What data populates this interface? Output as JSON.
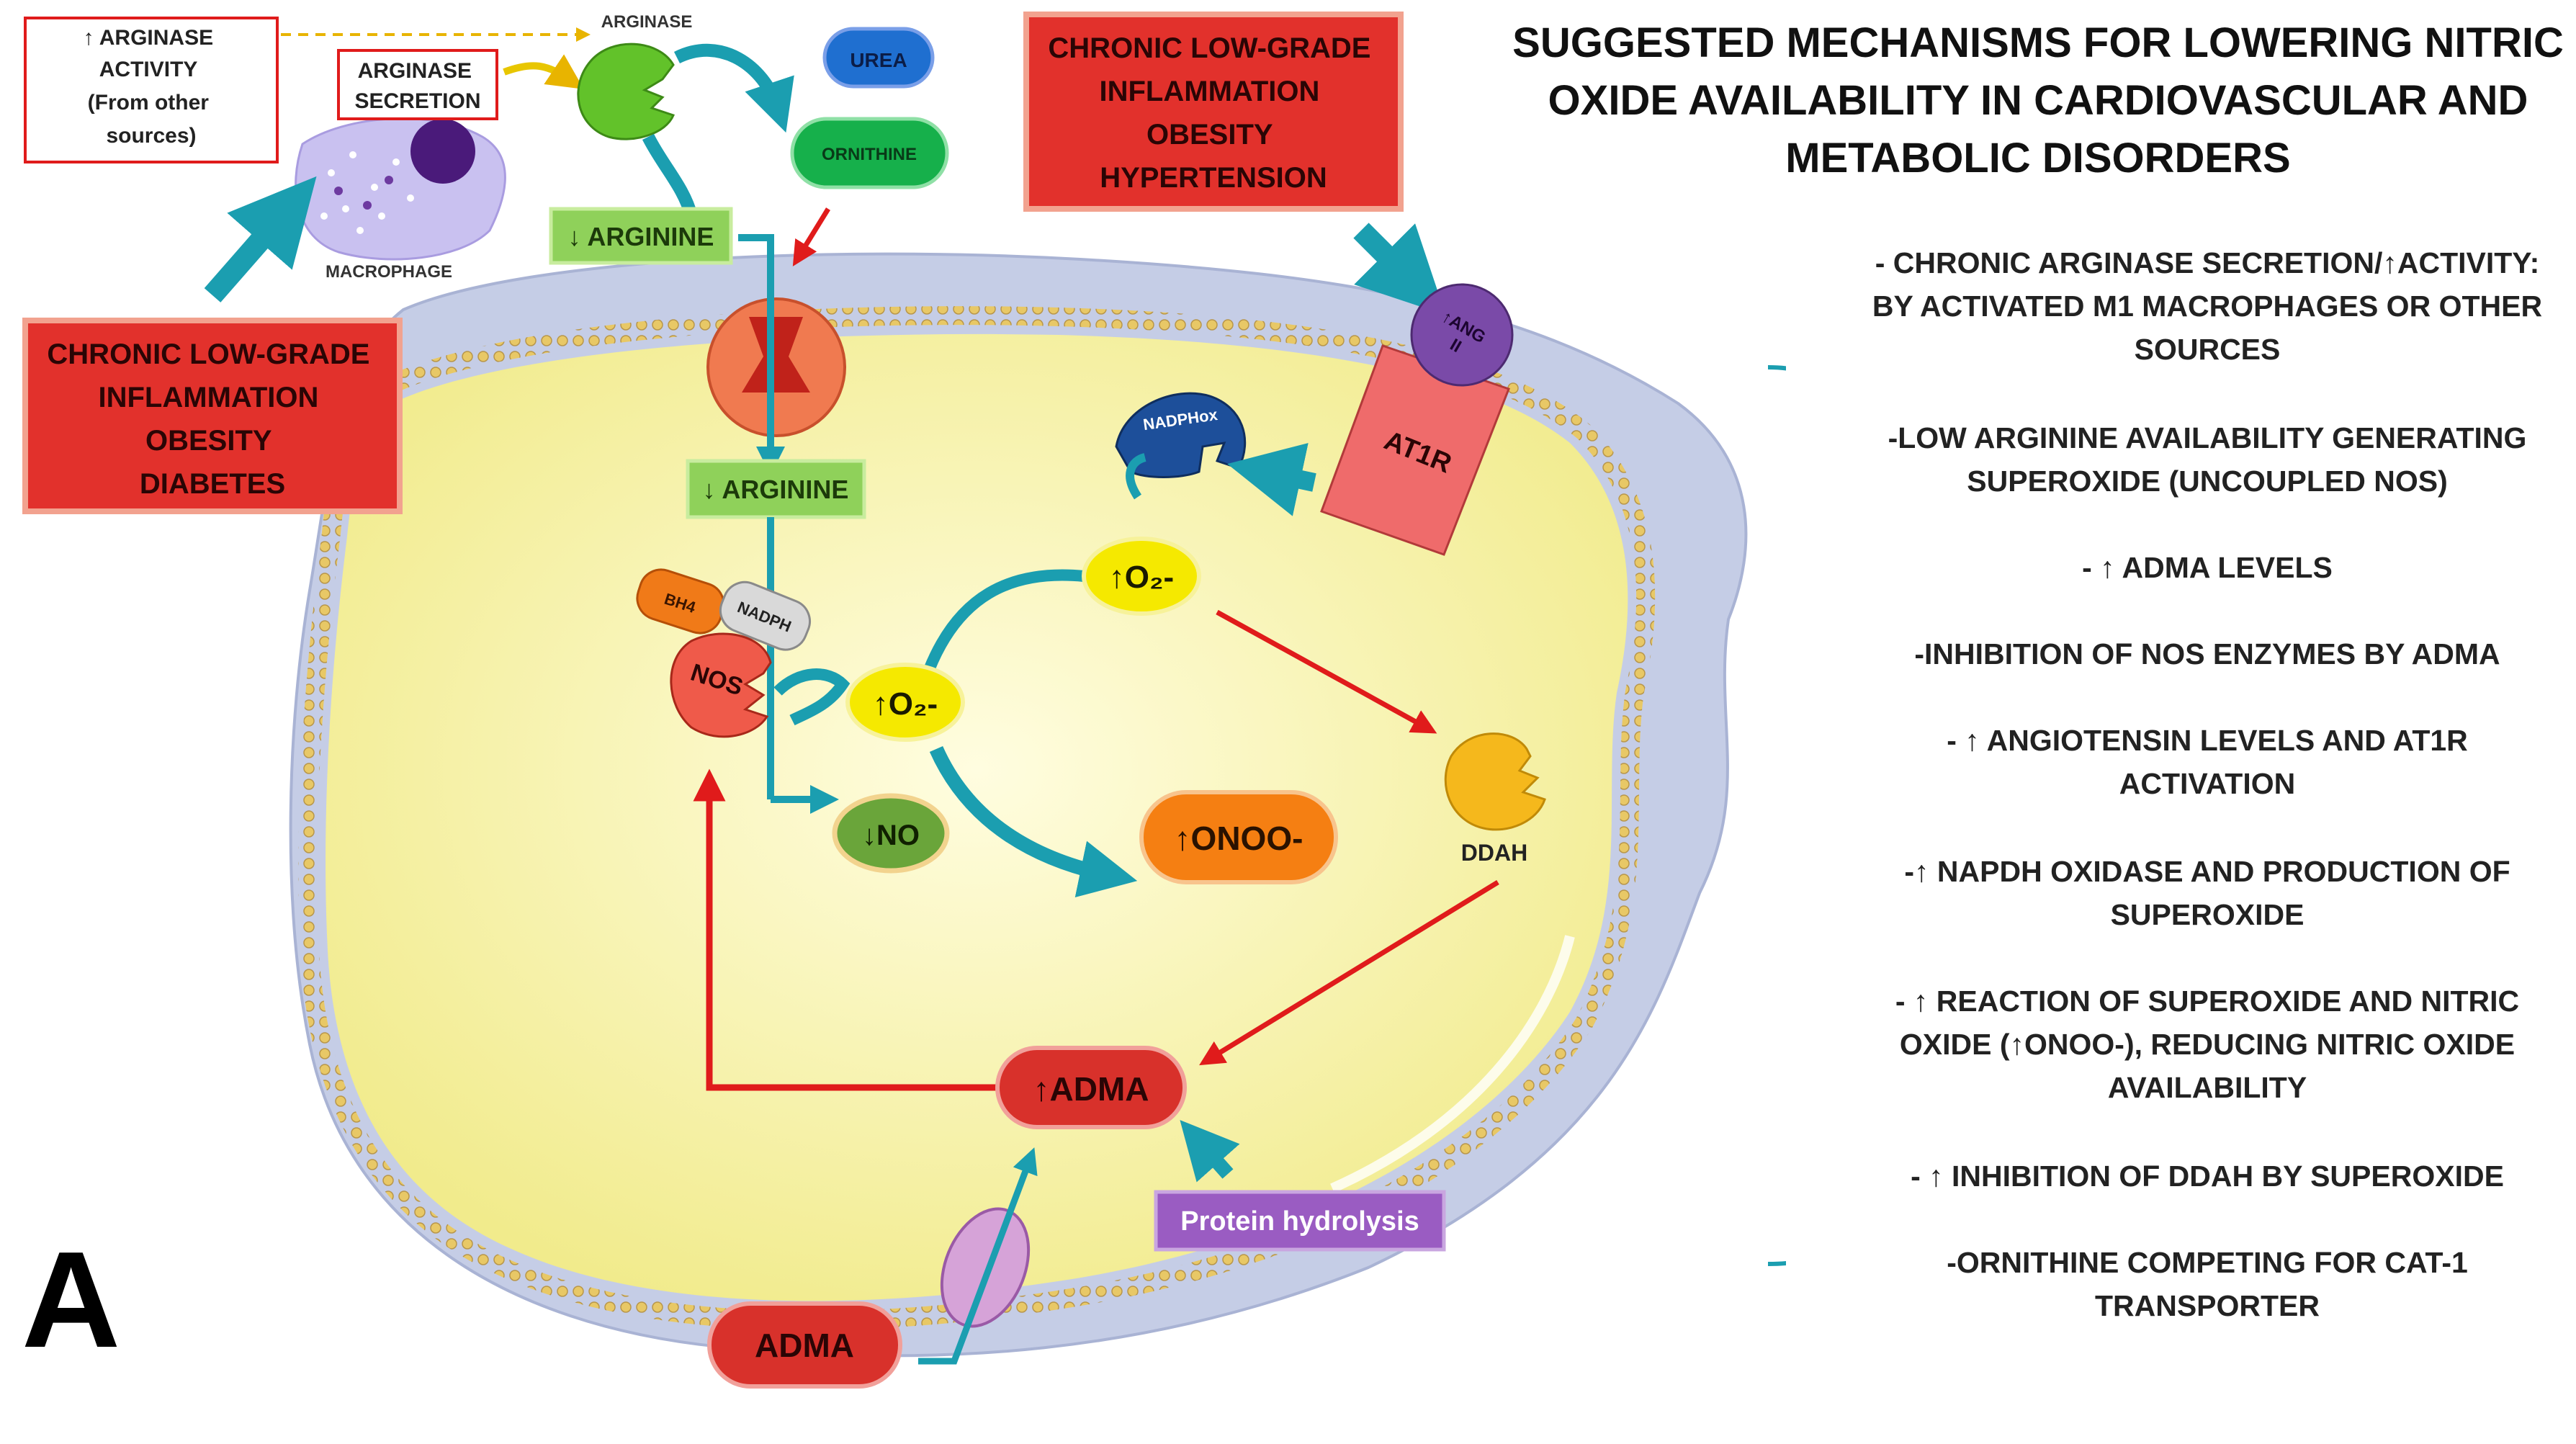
{
  "title_lines": [
    "SUGGESTED MECHANISMS FOR LOWERING NITRIC",
    "OXIDE AVAILABILITY IN CARDIOVASCULAR AND",
    "METABOLIC DISORDERS"
  ],
  "panel_letter": "A",
  "mechanisms": [
    {
      "lines": [
        "- CHRONIC ARGINASE SECRETION/↑ACTIVITY:",
        "BY ACTIVATED M1 MACROPHAGES OR OTHER",
        "SOURCES"
      ]
    },
    {
      "lines": [
        "-LOW ARGININE AVAILABILITY GENERATING",
        "SUPEROXIDE (UNCOUPLED NOS)"
      ]
    },
    {
      "lines": [
        "- ↑ ADMA LEVELS"
      ]
    },
    {
      "lines": [
        "-INHIBITION OF NOS ENZYMES BY ADMA"
      ]
    },
    {
      "lines": [
        "- ↑ ANGIOTENSIN LEVELS AND AT1R",
        "ACTIVATION"
      ]
    },
    {
      "lines": [
        "-↑ NAPDH OXIDASE AND PRODUCTION OF",
        "SUPEROXIDE"
      ]
    },
    {
      "lines": [
        "- ↑ REACTION OF SUPEROXIDE AND NITRIC",
        "OXIDE (↑ONOO-), REDUCING NITRIC OXIDE",
        "AVAILABILITY"
      ]
    },
    {
      "lines": [
        "- ↑ INHIBITION OF DDAH BY SUPEROXIDE"
      ]
    },
    {
      "lines": [
        "-ORNITHINE COMPETING FOR CAT-1",
        "TRANSPORTER"
      ]
    }
  ],
  "diagram": {
    "arginase_activity_box": [
      "↑ ARGINASE",
      "ACTIVITY",
      "(From other",
      "sources)"
    ],
    "arginase_secretion_box": [
      "ARGINASE",
      "SECRETION"
    ],
    "arginase_label": "ARGINASE",
    "macrophage_label": "MACROPHAGE",
    "urea": "UREA",
    "ornithine": "ORNITHINE",
    "arginine_outside": "↓ ARGININE",
    "arginine_inside": "↓ ARGININE",
    "condition_box_top": [
      "CHRONIC LOW-GRADE",
      "INFLAMMATION",
      "OBESITY",
      "HYPERTENSION"
    ],
    "condition_box_left": [
      "CHRONIC LOW-GRADE",
      "INFLAMMATION",
      "OBESITY",
      "DIABETES"
    ],
    "ang2": [
      "↑ANG",
      "II"
    ],
    "at1r": "AT1R",
    "nadphox": "NADPHox",
    "bh4": "BH4",
    "nadph": "NADPH",
    "nos": "NOS",
    "o2_upper": "↑O₂-",
    "o2_lower": "↑O₂-",
    "no": "↓NO",
    "onoo": "↑ONOO-",
    "ddah": "DDAH",
    "adma_inside": "↑ADMA",
    "adma_outside": "ADMA",
    "protein_hydrolysis": "Protein hydrolysis"
  },
  "colors": {
    "cell_outer": "#c5cde6",
    "cytoplasm": "#fbf7b4",
    "membrane_bead": "#e8c866",
    "condition_box": "#e2312c",
    "arginine_box": "#8fd15a",
    "teal_arrow": "#1b9eb0",
    "red_arrow": "#e01b1b",
    "o2": "#f5e900",
    "no": "#6aa53a",
    "onoo": "#f57f12",
    "adma": "#d8312b",
    "urea": "#1f6fd0",
    "ornithine": "#16b04b",
    "at1r": "#ef6b6b",
    "angiotensin": "#7a4aa8",
    "nadphox": "#1d4f9a",
    "ddah": "#f5b81c",
    "protein_hydrolysis": "#9a5cc2",
    "bracket": "#1b9eb0"
  }
}
